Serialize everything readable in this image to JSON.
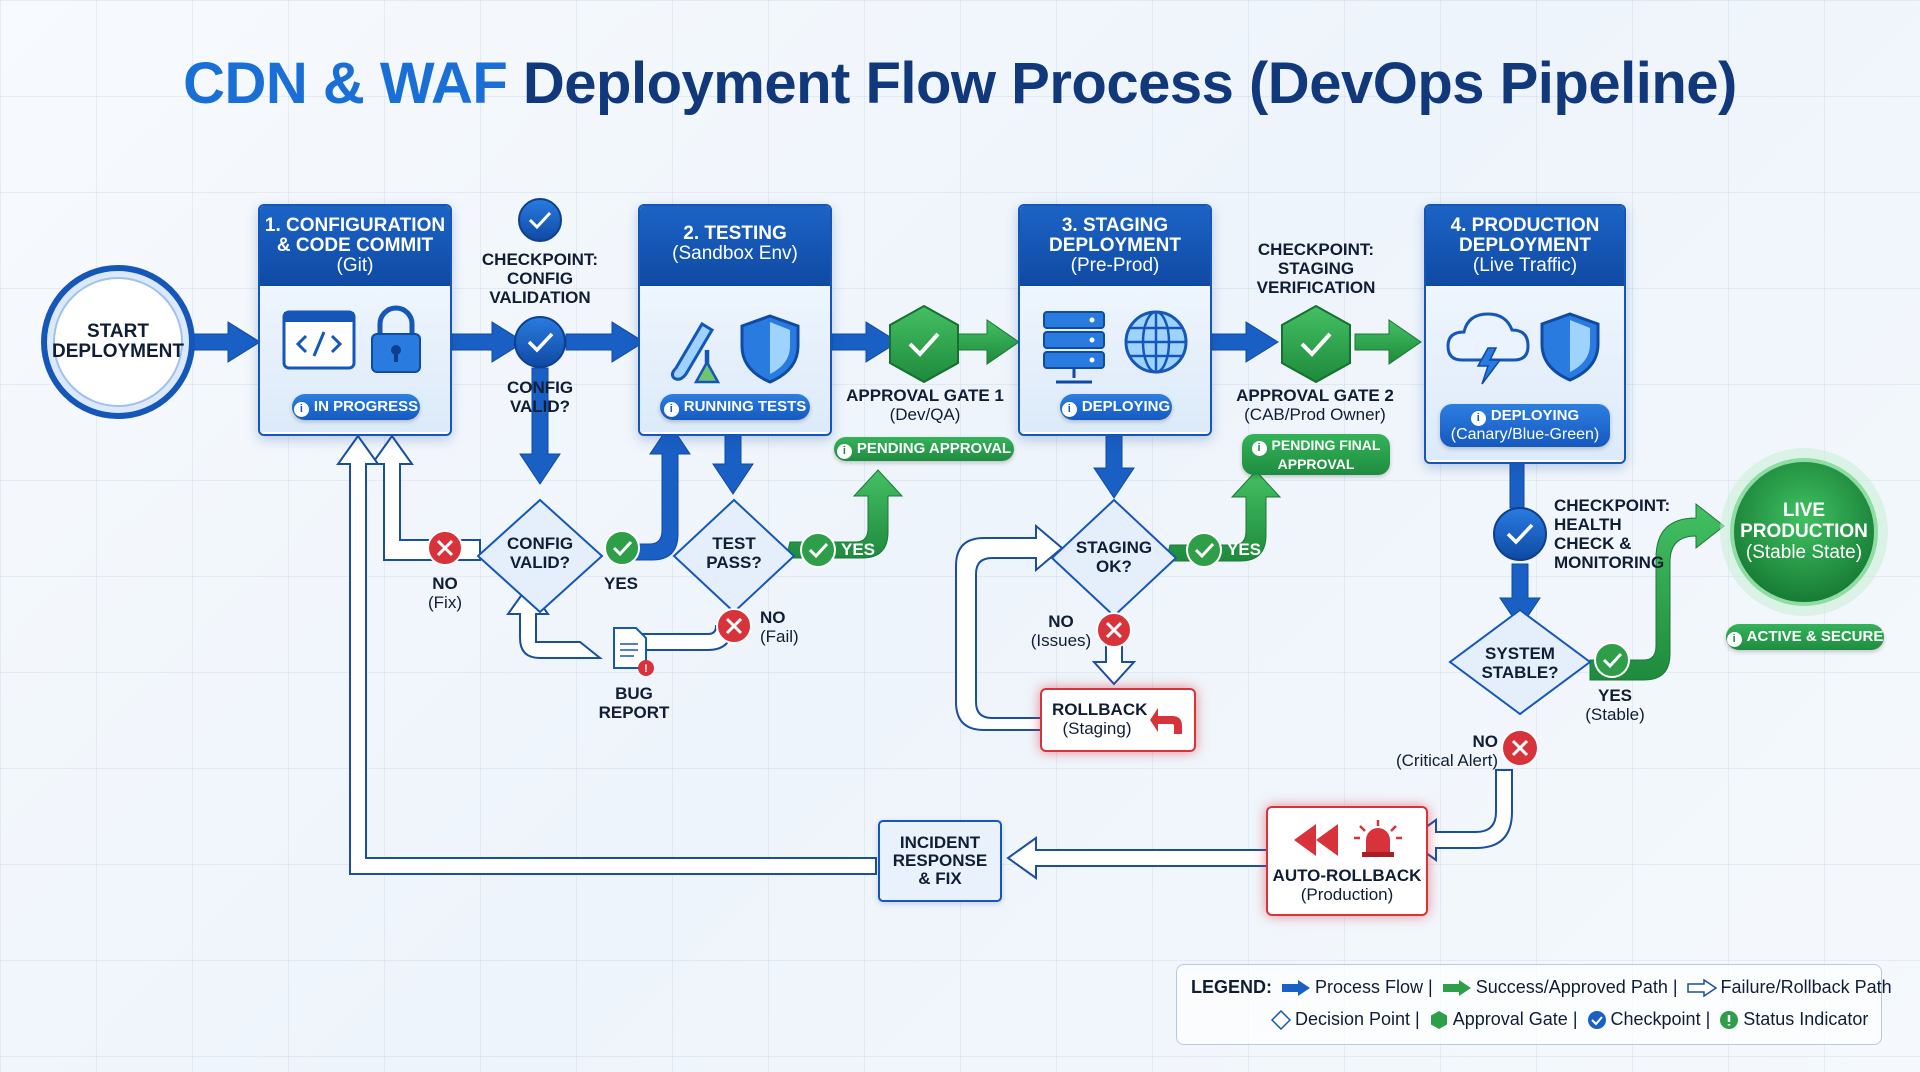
{
  "title": {
    "part1": "CDN & WAF",
    "part2": "Deployment Flow Process (DevOps Pipeline)"
  },
  "start": {
    "line1": "START",
    "line2": "DEPLOYMENT"
  },
  "stages": [
    {
      "num_title": "1. CONFIGURATION",
      "title2": "& CODE COMMIT",
      "sub": "(Git)",
      "status": "IN PROGRESS"
    },
    {
      "num_title": "2. TESTING",
      "title2": "",
      "sub": "(Sandbox Env)",
      "status": "RUNNING TESTS"
    },
    {
      "num_title": "3. STAGING",
      "title2": "DEPLOYMENT",
      "sub": "(Pre-Prod)",
      "status": "DEPLOYING"
    },
    {
      "num_title": "4. PRODUCTION",
      "title2": "DEPLOYMENT",
      "sub": "(Live Traffic)",
      "status": "DEPLOYING",
      "status2": "(Canary/Blue-Green)"
    }
  ],
  "checkpoints": {
    "config": {
      "l1": "CHECKPOINT:",
      "l2": "CONFIG",
      "l3": "VALIDATION",
      "q1": "CONFIG",
      "q2": "VALID?"
    },
    "staging": {
      "l1": "CHECKPOINT:",
      "l2": "STAGING",
      "l3": "VERIFICATION"
    },
    "health": {
      "l1": "CHECKPOINT:",
      "l2": "HEALTH",
      "l3": "CHECK &",
      "l4": "MONITORING"
    }
  },
  "gates": {
    "gate1": {
      "title": "APPROVAL GATE 1",
      "sub": "(Dev/QA)",
      "status": "PENDING APPROVAL"
    },
    "gate2": {
      "title": "APPROVAL GATE 2",
      "sub": "(CAB/Prod Owner)",
      "status1": "PENDING FINAL",
      "status2": "APPROVAL"
    }
  },
  "decisions": {
    "config_valid": {
      "l1": "CONFIG",
      "l2": "VALID?"
    },
    "test_pass": {
      "l1": "TEST",
      "l2": "PASS?"
    },
    "staging_ok": {
      "l1": "STAGING",
      "l2": "OK?"
    },
    "system_stable": {
      "l1": "SYSTEM",
      "l2": "STABLE?"
    }
  },
  "branch_labels": {
    "no": "NO",
    "yes": "YES",
    "fix": "(Fix)",
    "fail": "(Fail)",
    "issues": "(Issues)",
    "stable": "(Stable)",
    "critical": "(Critical Alert)"
  },
  "bug_report": {
    "l1": "BUG",
    "l2": "REPORT"
  },
  "rollback_staging": {
    "l1": "ROLLBACK",
    "l2": "(Staging)"
  },
  "auto_rollback": {
    "l1": "AUTO-ROLLBACK",
    "l2": "(Production)"
  },
  "incident": {
    "l1": "INCIDENT",
    "l2": "RESPONSE",
    "l3": "& FIX"
  },
  "live": {
    "l1": "LIVE",
    "l2": "PRODUCTION",
    "l3": "(Stable State)",
    "status": "ACTIVE & SECURE"
  },
  "legend": {
    "title": "LEGEND:",
    "process": "Process Flow |",
    "success": "Success/Approved Path |",
    "failure": "Failure/Rollback Path",
    "decision": "Decision Point |",
    "gate": "Approval Gate |",
    "checkpoint": "Checkpoint |",
    "status": "Status Indicator"
  },
  "colors": {
    "primary_blue": "#1557b8",
    "title_blue": "#1a6fd6",
    "dark_navy": "#10387a",
    "success_green": "#2e9e48",
    "failure_red": "#d8323a"
  }
}
